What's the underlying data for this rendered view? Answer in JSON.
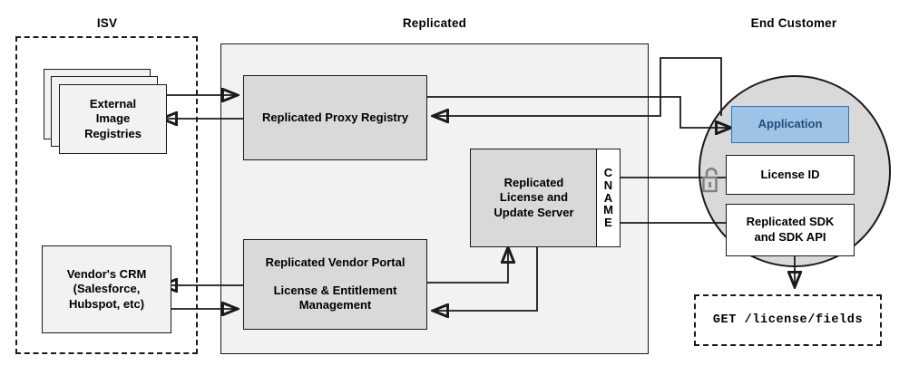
{
  "diagram": {
    "title_isv": "ISV",
    "title_replicated": "Replicated",
    "title_end_customer": "End Customer"
  },
  "isv": {
    "external_registries": "External\nImage\nRegistries",
    "external_registries_lines": [
      "External",
      "Image",
      "Registries"
    ],
    "crm": "Vendor's CRM\n(Salesforce,\nHubspot, etc)",
    "crm_lines": [
      "Vendor's CRM",
      "(Salesforce,",
      "Hubspot, etc)"
    ]
  },
  "replicated": {
    "proxy_registry": "Replicated Proxy Registry",
    "license_server_lines": [
      "Replicated",
      "License and",
      "Update Server"
    ],
    "cname_label": "CNAME",
    "cname_letters": [
      "C",
      "N",
      "A",
      "M",
      "E"
    ],
    "vendor_portal_lines": [
      "Replicated Vendor Portal",
      "License & Entitlement",
      "Management"
    ],
    "vendor_portal_title": "Replicated Vendor Portal",
    "vendor_portal_sub_1": "License & Entitlement",
    "vendor_portal_sub_2": "Management"
  },
  "end_customer": {
    "application": "Application",
    "license_id": "License ID",
    "sdk_lines": [
      "Replicated SDK",
      "and SDK API"
    ],
    "sdk_line_1": "Replicated SDK",
    "sdk_line_2": "and SDK API",
    "api_call": "GET /license/fields",
    "padlock_icon": "unlocked-padlock"
  },
  "colors": {
    "panel_fill": "#f2f2f2",
    "component_fill": "#d9d9d9",
    "application_fill": "#9dc3e6",
    "application_border": "#2e74b5",
    "application_text": "#1f4e79",
    "stroke": "#1a1a1a",
    "white_fill": "#ffffff"
  }
}
